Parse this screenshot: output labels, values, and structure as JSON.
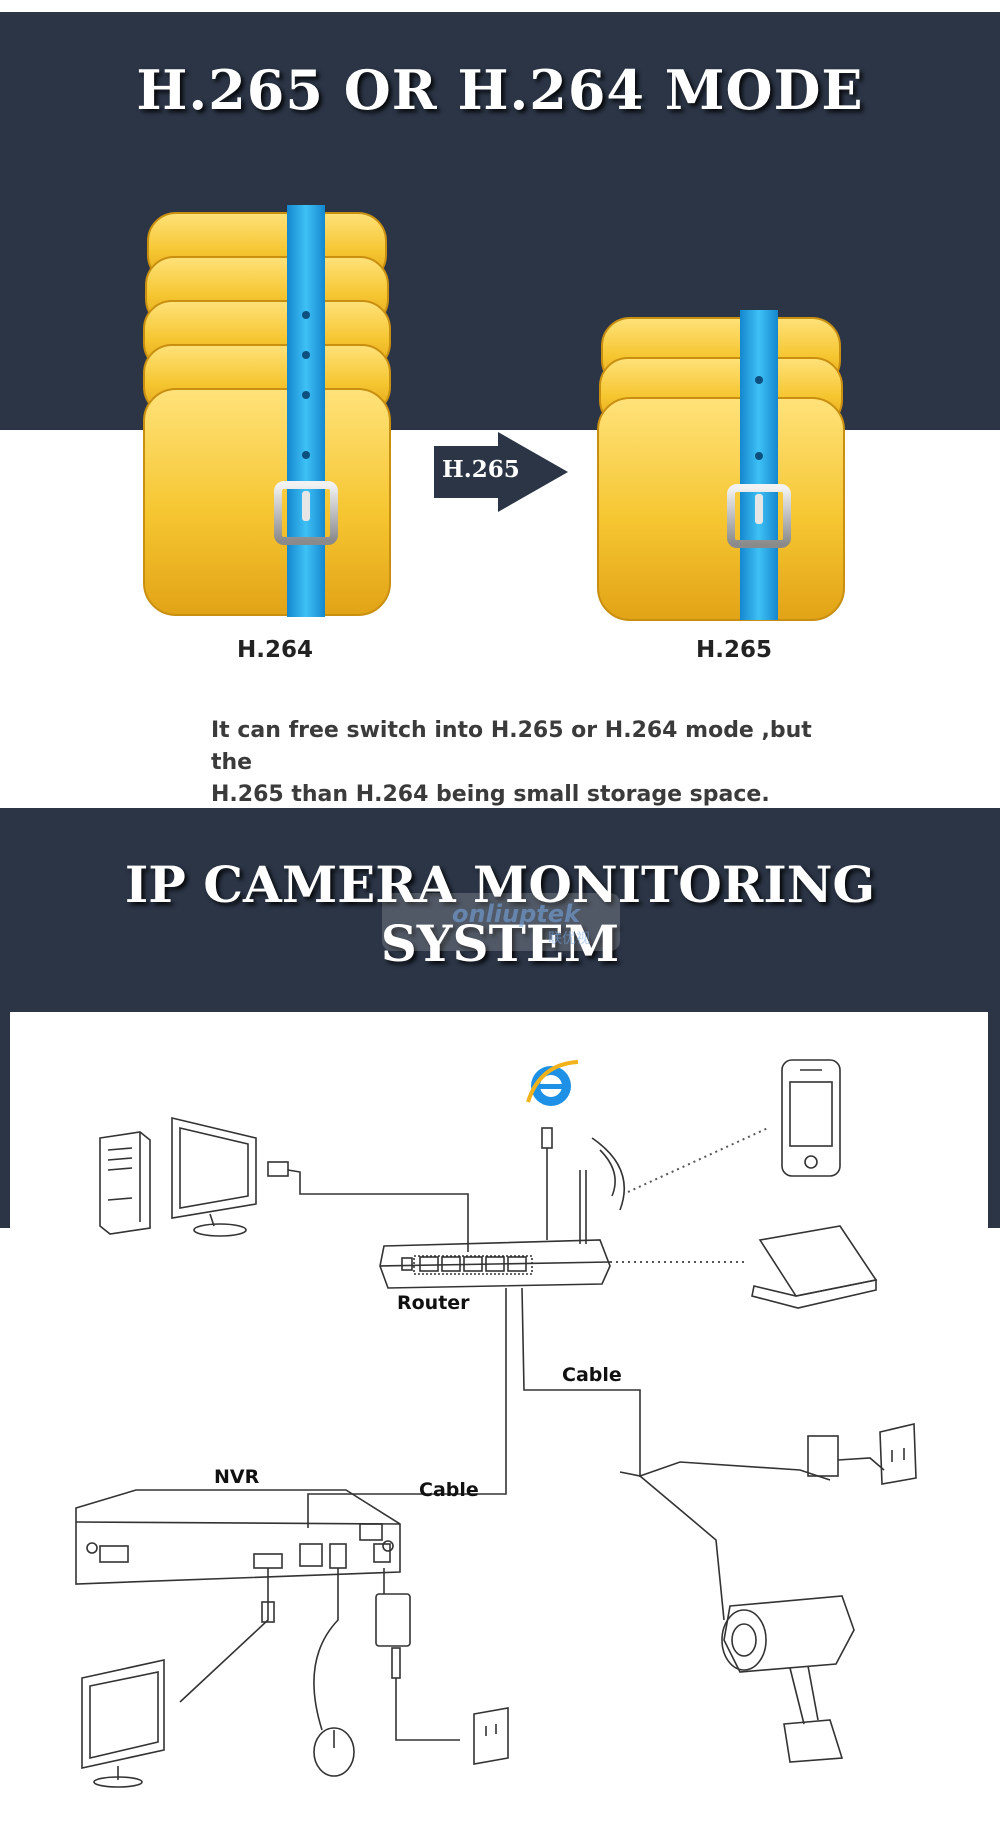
{
  "section1": {
    "title": "H.265 OR H.264 MODE",
    "arrow_label": "H.265",
    "left_caption": "H.264",
    "right_caption": "H.265",
    "description_line1": "It can free switch into H.265 or H.264 mode ,but the",
    "description_line2": "H.265 than H.264 being small storage space."
  },
  "section2": {
    "title": "IP CAMERA MONITORING SYSTEM",
    "watermark": "onliuptek",
    "watermark_sub": "联优视"
  },
  "diagram": {
    "labels": {
      "router": "Router",
      "cable_top": "Cable",
      "cable_bottom": "Cable",
      "nvr": "NVR"
    },
    "icons": [
      "computer-tower-icon",
      "monitor-icon",
      "internet-explorer-icon",
      "smartphone-icon",
      "laptop-icon",
      "router-icon",
      "nvr-icon",
      "ip-camera-icon",
      "mouse-icon",
      "power-adapter-icon",
      "wall-socket-icon"
    ]
  },
  "colors": {
    "banner": "#2b3546",
    "folder": "#f4c531",
    "strap": "#1b9be0",
    "text_dark": "#3b3b3b"
  }
}
